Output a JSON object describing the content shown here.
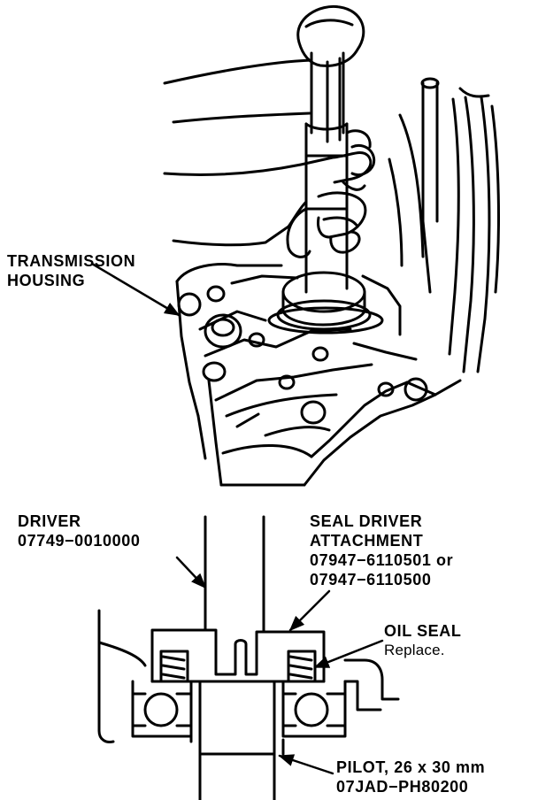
{
  "labels": {
    "transmission_housing": [
      "TRANSMISSION",
      "HOUSING"
    ],
    "driver": [
      "DRIVER",
      "07749−0010000"
    ],
    "seal_driver_attachment": [
      "SEAL DRIVER",
      "ATTACHMENT",
      "07947−6110501 or",
      "07947−6110500"
    ],
    "oil_seal": {
      "title": "OIL SEAL",
      "note": "Replace."
    },
    "pilot": [
      "PILOT, 26 x 30 mm",
      "07JAD−PH80200"
    ]
  }
}
